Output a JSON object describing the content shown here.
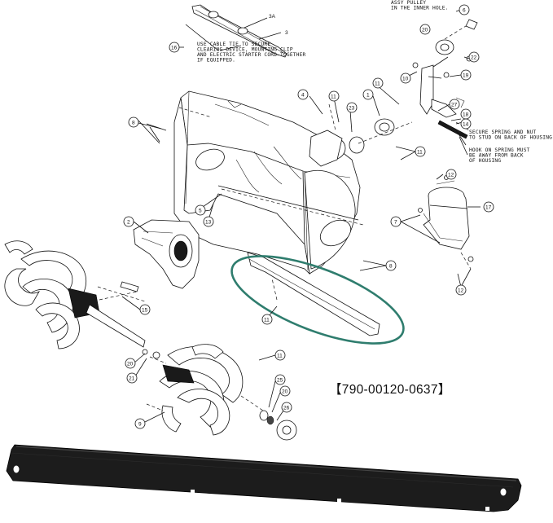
{
  "notes": {
    "cable_tie": [
      "USE CABLE TIE TO SECURE",
      "CLEARING DEVICE, MOUNTING CLIP",
      "AND ELECTRIC STARTER CORD TOGETHER",
      "IF EQUIPPED."
    ],
    "pulley": [
      "ASSY PULLEY",
      "IN THE INNER HOLE."
    ],
    "spring": [
      "SECURE SPRING AND NUT",
      "TO STUD ON BACK OF HOUSING"
    ],
    "hook": [
      "HOOK ON SPRING MUST",
      "BE AWAY FROM BACK",
      "OF HOUSING"
    ]
  },
  "callouts": {
    "c3a": "3A",
    "c3": "3",
    "c16": "16",
    "c6": "6",
    "c20a": "20",
    "c22a": "22",
    "c10a": "10",
    "c19": "19",
    "c11a": "11",
    "c4": "4",
    "c23": "23",
    "c1": "1",
    "c11b": "11",
    "c27": "27",
    "c18": "18",
    "c14": "14",
    "c8a": "8",
    "c11c": "11",
    "c5": "5",
    "c13": "13",
    "c2": "2",
    "c12a": "12",
    "c17": "17",
    "c7": "7",
    "c8b": "8",
    "c12b": "12",
    "c11d": "11",
    "c15": "15",
    "c20b": "20",
    "c21": "21",
    "c11e": "11",
    "c25": "25",
    "c20c": "20",
    "c26": "26",
    "c9": "9"
  },
  "part_number": "【790-00120-0637】",
  "colors": {
    "highlight_ellipse": "#2f7d6e",
    "bar": "#1c1c1c"
  }
}
